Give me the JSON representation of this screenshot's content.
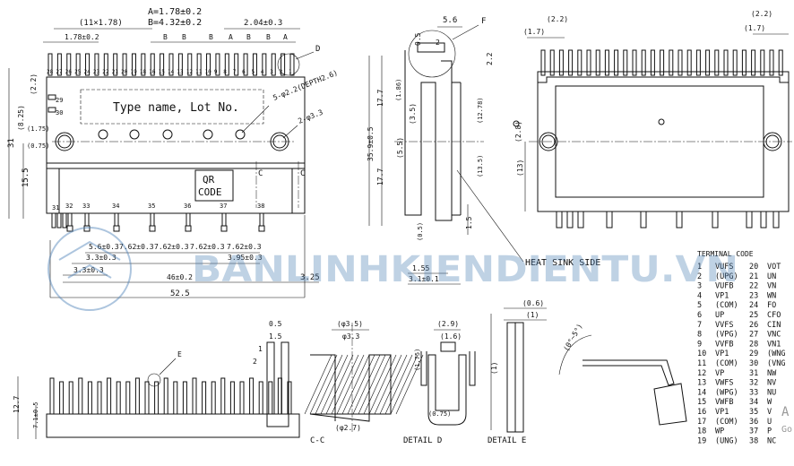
{
  "front": {
    "tol_a": "A=1.78±0.2",
    "tol_b": "B=4.32±0.2",
    "pitch_11": "(11×1.78)",
    "dim_178": "1.78±0.2",
    "dim_204": "2.04±0.3",
    "letter_a": "A",
    "letter_b": "B",
    "label_d": "D",
    "type_box": "Type name, Lot No.",
    "qr_line1": "QR",
    "qr_line2": "CODE",
    "hole_note1": "5-φ2.2(DEPTH2.6)",
    "hole_note2": "2-φ3.3",
    "section_c": "C",
    "dim_31": "31",
    "dim_155": "15.5",
    "dim_22": "(2.2)",
    "dim_825": "(8.25)",
    "dim_175": "(1.75)",
    "dim_075": "(0.75)",
    "pin_top": [
      "28",
      "27",
      "26",
      "25",
      "24",
      "23",
      "22",
      "21",
      "20",
      "19",
      "18",
      "16",
      "15",
      "14",
      "13",
      "12",
      "11",
      "10",
      "9",
      "8",
      "7",
      "6",
      "5",
      "4",
      "3",
      "2",
      "1"
    ],
    "pin_left_29": "29",
    "pin_left_30": "30",
    "pin_31": "31",
    "pin_bottom": [
      "32",
      "33",
      "34",
      "35",
      "36",
      "37",
      "38"
    ],
    "dim_56": "5.6±0.3",
    "dim_762a": "7.62±0.3",
    "dim_762b": "7.62±0.3",
    "dim_762c": "7.62±0.3",
    "dim_762d": "7.62±0.3",
    "dim_33a": "3.3±0.3",
    "dim_395": "3.95±0.3",
    "dim_33b": "3.3±0.3",
    "dim_46": "46±0.2",
    "dim_325": "3.25",
    "dim_525": "52.5"
  },
  "side": {
    "dim_56": "5.6",
    "label_f": "F",
    "dim_05": "0.5",
    "dim_2": "2",
    "dim_22": "2.2",
    "dim_359": "35.9±0.5",
    "dim_177a": "17.7",
    "dim_177b": "17.7",
    "dim_186": "(1.86)",
    "dim_35": "(3.5)",
    "dim_55": "(5.5)",
    "dim_1278": "(12.78)",
    "dim_135": "(13.5)",
    "dim_05b": "(0.5)",
    "dim_15": "1.5",
    "dim_155": "1.55",
    "dim_31": "3.1±0.1",
    "heat_sink": "HEAT SINK SIDE"
  },
  "back": {
    "dim_22": "(2.2)",
    "dim_17": "(1.7)",
    "dim_28": "(2.8)",
    "dim_13": "(13)"
  },
  "terminal": {
    "title": "TERMINAL CODE",
    "rows": [
      [
        "1",
        "VUFS",
        "20",
        "VOT"
      ],
      [
        "2",
        "(UPG)",
        "21",
        "UN"
      ],
      [
        "3",
        "VUFB",
        "22",
        "VN"
      ],
      [
        "4",
        "VP1",
        "23",
        "WN"
      ],
      [
        "5",
        "(COM)",
        "24",
        "FO"
      ],
      [
        "6",
        "UP",
        "25",
        "CFO"
      ],
      [
        "7",
        "VVFS",
        "26",
        "CIN"
      ],
      [
        "8",
        "(VPG)",
        "27",
        "VNC"
      ],
      [
        "9",
        "VVFB",
        "28",
        "VN1"
      ],
      [
        "10",
        "VP1",
        "29",
        "(WNG"
      ],
      [
        "11",
        "(COM)",
        "30",
        "(VNG"
      ],
      [
        "12",
        "VP",
        "31",
        "NW"
      ],
      [
        "13",
        "VWFS",
        "32",
        "NV"
      ],
      [
        "14",
        "(WPG)",
        "33",
        "NU"
      ],
      [
        "15",
        "VWFB",
        "34",
        "W"
      ],
      [
        "16",
        "VP1",
        "35",
        "V"
      ],
      [
        "17",
        "(COM)",
        "36",
        "U"
      ],
      [
        "18",
        "WP",
        "37",
        "P"
      ],
      [
        "19",
        "(UNG)",
        "38",
        "NC"
      ]
    ]
  },
  "bottom": {
    "label_e": "E",
    "dim_127": "12.7",
    "dim_71": "7.1±0.5",
    "dim_05": "0.5",
    "dim_15": "1.5",
    "dim_1": "1",
    "dim_2": "2",
    "dim_35": "(φ3.5)",
    "dim_33": "φ3.3",
    "dim_27": "(φ2.7)",
    "label_cc": "C-C",
    "dim_29": "(2.9)",
    "dim_16": "(1.6)",
    "dim_175": "(1.75)",
    "dim_075": "(0.75)",
    "label_detail_d": "DETAIL D",
    "dim_06": "(0.6)",
    "dim_1b": "(1)",
    "dim_1c": "(1)",
    "label_detail_e": "DETAIL E",
    "angle": "(0°~5°)"
  },
  "watermark": {
    "text": "BANLINHKIENDIENTU.VN",
    "activate_a": "A",
    "activate_go": "Go"
  }
}
